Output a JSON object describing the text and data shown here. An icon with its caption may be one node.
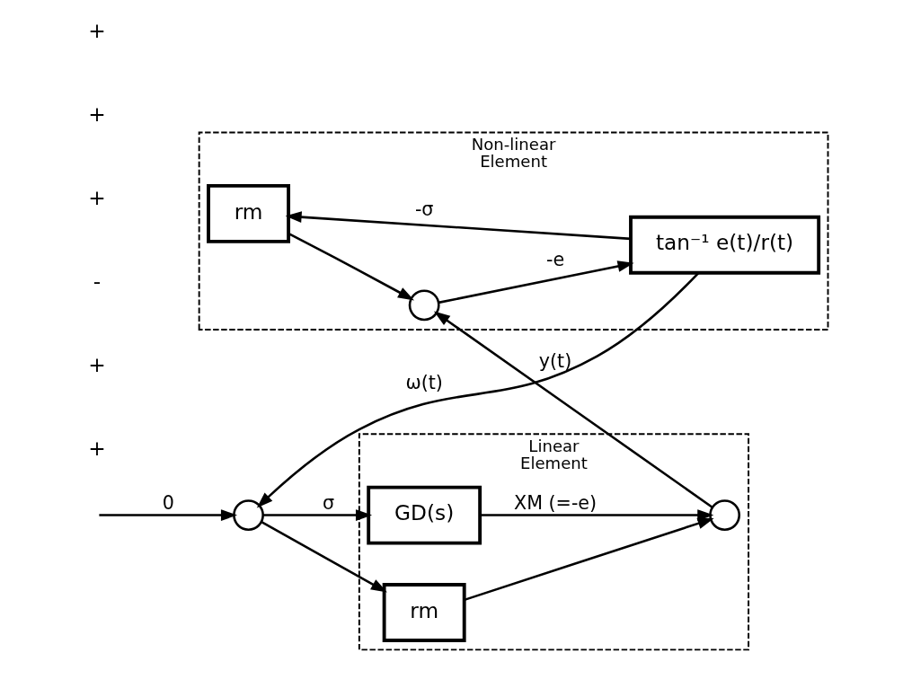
{
  "diagram": {
    "nodes": [
      {
        "text": [
          "Linear",
          "Element"
        ]
      },
      {
        "text": [
          "GD(s)"
        ],
        "in": 0
      },
      {
        "text": [
          "rm"
        ],
        "in": 0
      },
      {
        "text": [],
        "shape": "circle",
        "in": 0
      },
      {
        "text": [
          "Non-linear",
          "Element"
        ]
      },
      {
        "text": [
          "rm"
        ],
        "in": 4
      },
      {
        "text": [
          "tan⁻¹ e(t)/r(t)"
        ],
        "in": 4
      },
      {
        "text": [],
        "shape": "circle",
        "in": 4
      },
      {
        "text": [],
        "shape": "circle"
      }
    ],
    "edges": [
      {
        "from": null,
        "to": 8,
        "arrow": "to",
        "label": "0"
      },
      {
        "from": 8,
        "to": 1,
        "arrow": "to",
        "label": "σ"
      },
      {
        "from": 8,
        "to": 2,
        "arrow": "to"
      },
      {
        "from": 1,
        "to": 3,
        "arrow": "to",
        "label": "XM (=-e)"
      },
      {
        "from": 2,
        "to": 3,
        "arrow": "to"
      },
      {
        "from": 3,
        "to": 7,
        "arrow": "to",
        "label": "y(t)"
      },
      {
        "from": 5,
        "to": 7,
        "arrow": "to"
      },
      {
        "from": 7,
        "to": 6,
        "arrow": "to",
        "label": "-e"
      },
      {
        "from": 6,
        "to": 5,
        "arrow": "to",
        "label": "-σ"
      },
      {
        "from": 6,
        "to": 8,
        "arrow": "to",
        "label": "ω(t)"
      }
    ],
    "labels": [
      "+",
      "+",
      "-",
      "+",
      "+",
      "+"
    ]
  }
}
